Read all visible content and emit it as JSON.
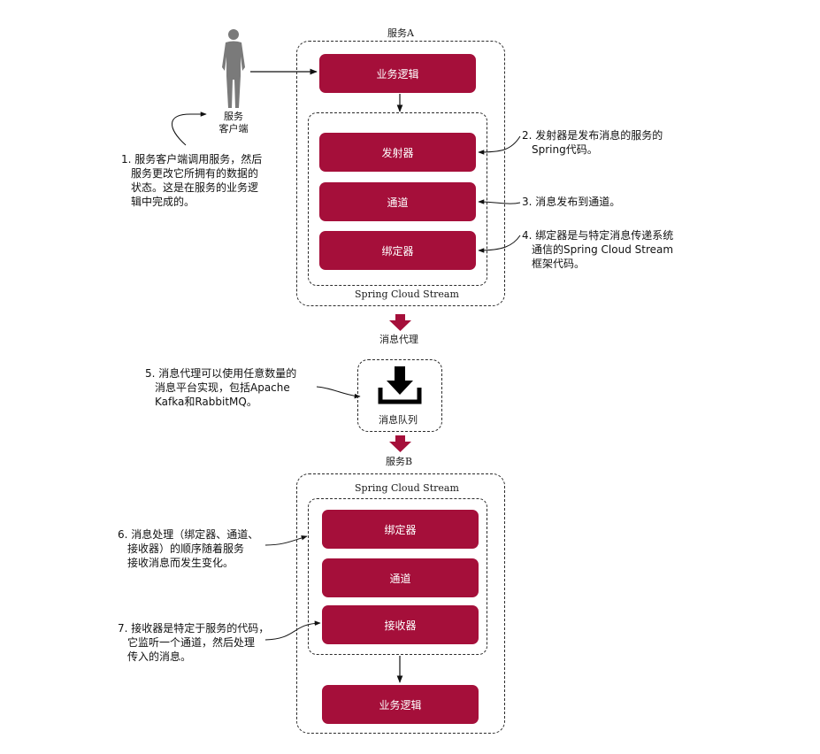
{
  "service_a": {
    "title": "服务A",
    "business_logic": "业务逻辑",
    "emitter": "发射器",
    "channel": "通道",
    "binder": "绑定器",
    "framework_label": "Spring Cloud Stream"
  },
  "client": {
    "label_line1": "服务",
    "label_line2": "客户端"
  },
  "broker": {
    "label": "消息代理",
    "queue_label": "消息队列"
  },
  "service_b": {
    "title": "服务B",
    "framework_label": "Spring Cloud Stream",
    "binder": "绑定器",
    "channel": "通道",
    "receiver": "接收器",
    "business_logic": "业务逻辑"
  },
  "notes": {
    "n1": [
      "1. 服务客户端调用服务，然后",
      "服务更改它所拥有的数据的",
      "状态。这是在服务的业务逻",
      "辑中完成的。"
    ],
    "n2": [
      "2. 发射器是发布消息的服务的",
      "Spring代码。"
    ],
    "n3": [
      "3. 消息发布到通道。"
    ],
    "n4": [
      "4. 绑定器是与特定消息传递系统",
      "通信的Spring Cloud Stream",
      "框架代码。"
    ],
    "n5": [
      "5. 消息代理可以使用任意数量的",
      "消息平台实现，包括Apache",
      "Kafka和RabbitMQ。"
    ],
    "n6": [
      "6. 消息处理（绑定器、通道、",
      "接收器）的顺序随着服务",
      "接收消息而发生变化。"
    ],
    "n7": [
      "7. 接收器是特定于服务的代码，",
      "它监听一个通道，然后处理",
      "传入的消息。"
    ]
  },
  "colors": {
    "box_fill": "#a50f3a",
    "arrow_fill": "#a50f3a",
    "text": "#111111"
  },
  "icons": [
    "person-icon",
    "download-tray-icon"
  ]
}
